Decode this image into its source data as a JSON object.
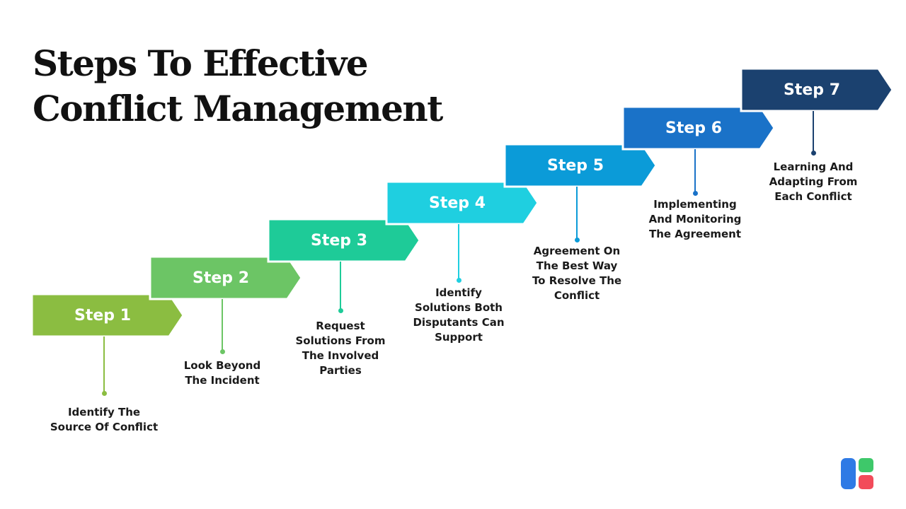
{
  "title": {
    "lines": [
      "Steps To Effective",
      "Conflict Management"
    ]
  },
  "steps": [
    {
      "label": "Step 1",
      "color": "#8bbd41",
      "description": [
        "Identify The",
        "Source Of Conflict"
      ]
    },
    {
      "label": "Step 2",
      "color": "#6cc565",
      "description": [
        "Look Beyond",
        "The Incident"
      ]
    },
    {
      "label": "Step 3",
      "color": "#1ecb98",
      "description": [
        "Request",
        "Solutions From",
        "The Involved",
        "Parties"
      ]
    },
    {
      "label": "Step 4",
      "color": "#1fcfe0",
      "description": [
        "Identify",
        "Solutions Both",
        "Disputants Can",
        "Support"
      ]
    },
    {
      "label": "Step 5",
      "color": "#0b9bd8",
      "description": [
        "Agreement On",
        "The Best Way",
        "To Resolve The",
        "Conflict"
      ]
    },
    {
      "label": "Step 6",
      "color": "#1a72c8",
      "description": [
        "Implementing",
        "And Monitoring",
        "The Agreement"
      ]
    },
    {
      "label": "Step 7",
      "color": "#1b416f",
      "description": [
        "Learning And",
        "Adapting From",
        "Each Conflict"
      ]
    }
  ],
  "logo": {
    "name": "brand-logo",
    "colors": [
      "#2f7ae5",
      "#3ec86a",
      "#f24b5a"
    ]
  }
}
